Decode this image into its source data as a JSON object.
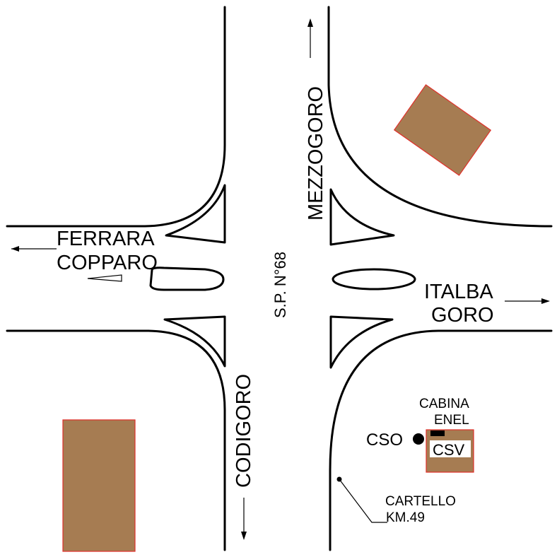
{
  "labels": {
    "west_line1": "FERRARA",
    "west_line2": "COPPARO",
    "north": "MEZZOGORO",
    "road_name": "S.P. N°68",
    "east_line1": "ITALBA",
    "east_line2": "GORO",
    "south": "CODIGORO",
    "cabin_line1": "CABINA",
    "cabin_line2": "ENEL",
    "cso": "CSO",
    "csv": "CSV",
    "sign_line1": "CARTELLO",
    "sign_line2": "KM.49"
  },
  "colors": {
    "building_fill": "#a67c52",
    "building_stroke": "#e0302a",
    "road_line": "#000000"
  }
}
